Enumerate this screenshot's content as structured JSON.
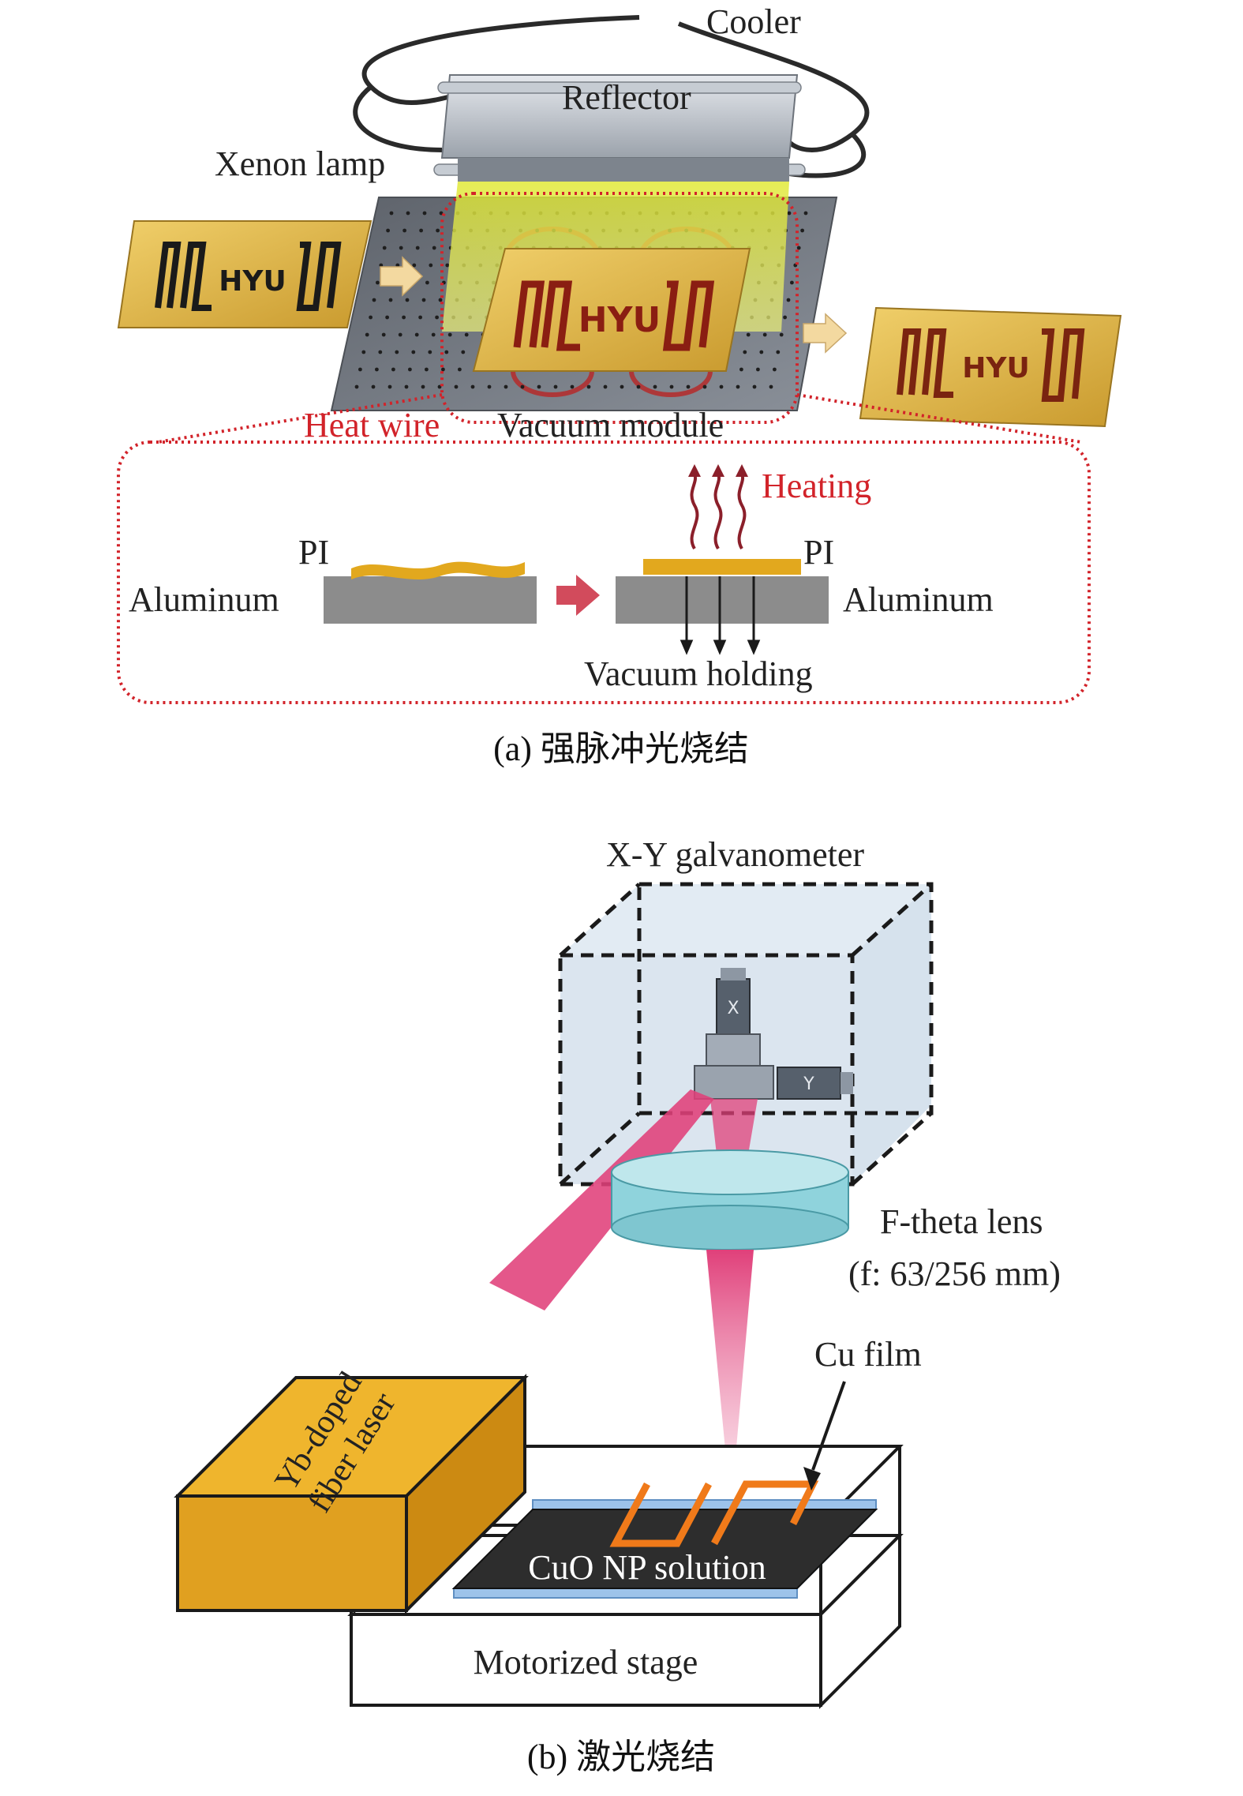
{
  "panel_a": {
    "labels": {
      "cooler": "Cooler",
      "reflector": "Reflector",
      "xenon_lamp": "Xenon lamp",
      "heat_wire": "Heat wire",
      "vacuum_module": "Vacuum module",
      "heating": "Heating",
      "pi_left": "PI",
      "pi_right": "PI",
      "aluminum_left": "Aluminum",
      "aluminum_right": "Aluminum",
      "vacuum_holding": "Vacuum holding"
    },
    "pattern_text": "HYU",
    "caption": "(a) 强脉冲光烧结"
  },
  "panel_b": {
    "labels": {
      "galvanometer": "X-Y galvanometer",
      "ftheta_lens": "F-theta lens",
      "ftheta_spec": "(f: 63/256 mm)",
      "cu_film": "Cu film",
      "laser_line1": "Yb-doped",
      "laser_line2": "fiber laser",
      "cuo_solution": "CuO NP solution",
      "motorized_stage": "Motorized stage",
      "mirror_x": "X",
      "mirror_y": "Y"
    },
    "caption": "(b) 激光烧结"
  },
  "colors": {
    "highlight_red": "#d2232a",
    "xenon_yellow": "#e8ee3a",
    "substrate_gold": "#e2b84a",
    "laser_box_orange": "#e0a020",
    "laser_beam_pink": "#e0407a",
    "lens_cyan": "#8fd3dc",
    "film_orange": "#f07a1a",
    "aluminum_gray": "#8c8c8c"
  }
}
